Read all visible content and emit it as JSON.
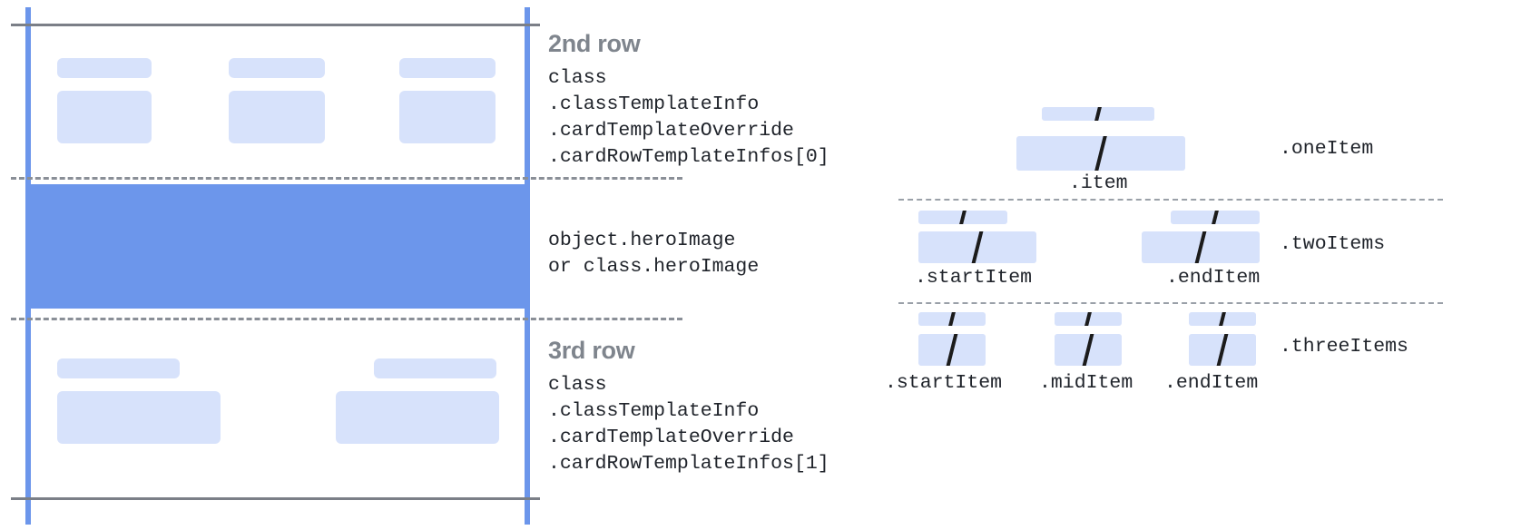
{
  "diagram": {
    "title": "Card row template and item layout diagram",
    "colors": {
      "accent_blue": "#6c96eb",
      "placeholder_blue": "#d7e2fb",
      "rule_gray": "#7b7f87",
      "heading_gray": "#7f858d",
      "code_text": "#20242b"
    }
  },
  "card_mock": {
    "rows": [
      {
        "id": "second-row",
        "title": "2nd row",
        "code": "class\n.classTemplateInfo\n.cardTemplateOverride\n.cardRowTemplateInfos[0]",
        "code_lines": [
          "class",
          ".classTemplateInfo",
          ".cardTemplateOverride",
          ".cardRowTemplateInfos[0]"
        ],
        "cells": 3
      },
      {
        "id": "hero-row",
        "title": "",
        "code": "object.heroImage\nor class.heroImage",
        "code_lines": [
          "object.heroImage",
          "or class.heroImage"
        ],
        "cells": 0
      },
      {
        "id": "third-row",
        "title": "3rd row",
        "code": "class\n.classTemplateInfo\n.cardTemplateOverride\n.cardRowTemplateInfos[1]",
        "code_lines": [
          "class",
          ".classTemplateInfo",
          ".cardTemplateOverride",
          ".cardRowTemplateInfos[1]"
        ],
        "cells": 2
      }
    ]
  },
  "item_layouts": [
    {
      "id": "one-item",
      "group_label": ".oneItem",
      "items": [
        {
          "label": ".item"
        }
      ]
    },
    {
      "id": "two-items",
      "group_label": ".twoItems",
      "items": [
        {
          "label": ".startItem"
        },
        {
          "label": ".endItem"
        }
      ]
    },
    {
      "id": "three-items",
      "group_label": ".threeItems",
      "items": [
        {
          "label": ".startItem"
        },
        {
          "label": ".midItem"
        },
        {
          "label": ".endItem"
        }
      ]
    }
  ]
}
